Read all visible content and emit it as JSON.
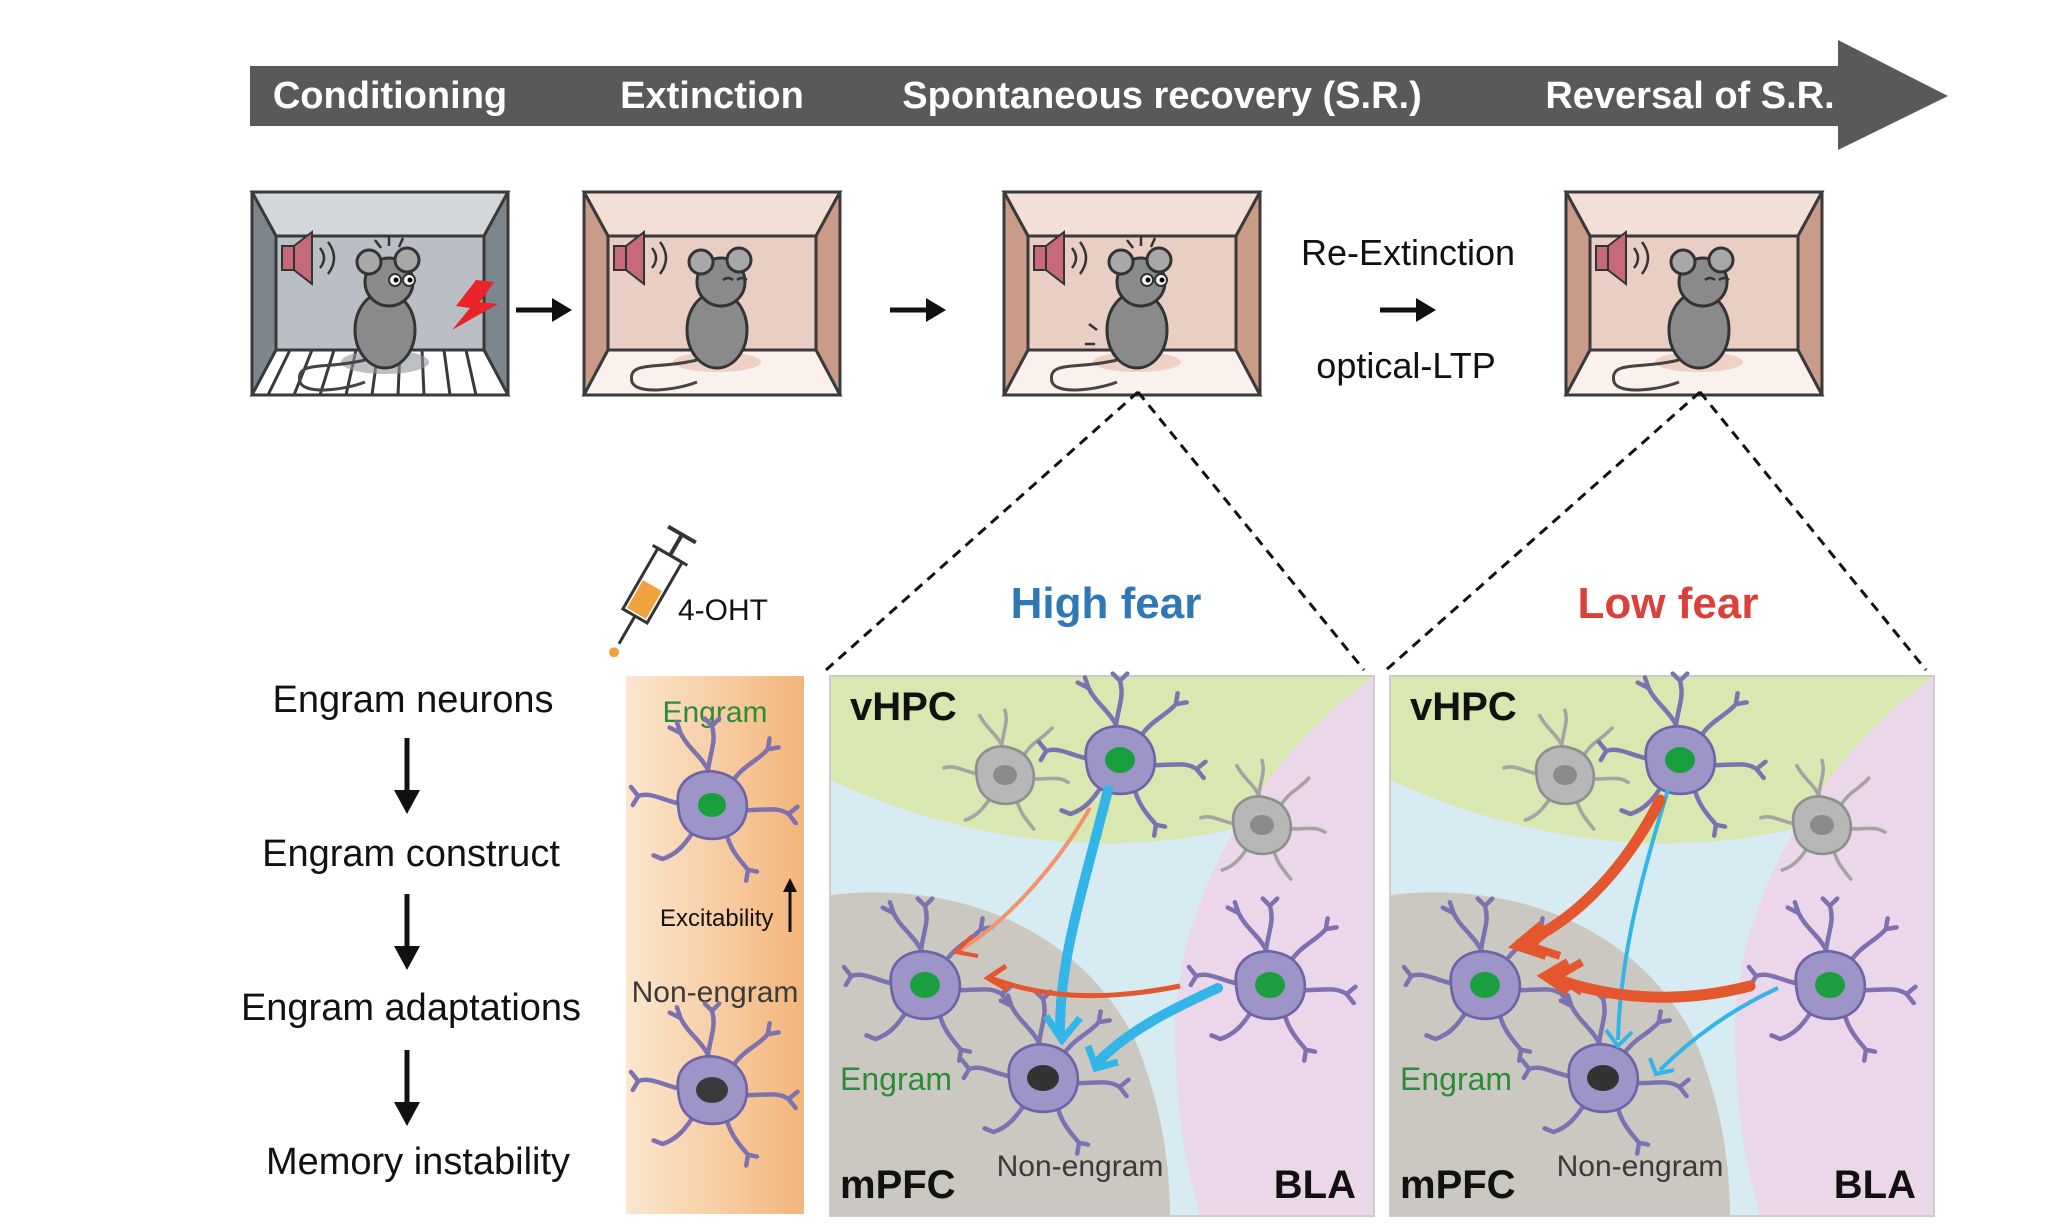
{
  "timeline": {
    "stages": [
      "Conditioning",
      "Extinction",
      "Spontaneous recovery (S.R.)",
      "Reversal of S.R."
    ],
    "colors": {
      "bar": "#58595b",
      "text": "#ffffff"
    }
  },
  "transition": {
    "top_label": "Re-Extinction",
    "bottom_label": "optical-LTP"
  },
  "injection": {
    "label": "4-OHT"
  },
  "cascade": {
    "steps": [
      "Engram neurons",
      "Engram construct",
      "Engram adaptations",
      "Memory instability"
    ]
  },
  "strip": {
    "engram_label": "Engram",
    "excitability_label": "Excitability",
    "non_engram_label": "Non-engram"
  },
  "panels": [
    {
      "title": "High fear",
      "title_color": "#2f77b5",
      "region_vhpc": "vHPC",
      "region_mpfc": "mPFC",
      "region_bla": "BLA",
      "engram_label": "Engram",
      "non_engram_label": "Non-engram"
    },
    {
      "title": "Low fear",
      "title_color": "#d9413a",
      "region_vhpc": "vHPC",
      "region_mpfc": "mPFC",
      "region_bla": "BLA",
      "engram_label": "Engram",
      "non_engram_label": "Non-engram"
    }
  ],
  "icons": [
    "speaker-icon",
    "shock-icon",
    "syringe-icon",
    "mouse-icon",
    "neuron-icon",
    "arrow-icon"
  ],
  "palette": {
    "engram_nucleus": "#1b9e3e",
    "neuron_body": "#8a7fb8",
    "gray_neuron": "#9a9a9a",
    "vhpc_region": "#d9e7b0",
    "mpfc_region": "#c9c6c0",
    "bla_region": "#ecd6ea",
    "background_blue": "#d7ebf3",
    "blue_arrow": "#33b5e8",
    "red_arrow": "#e4572e"
  }
}
